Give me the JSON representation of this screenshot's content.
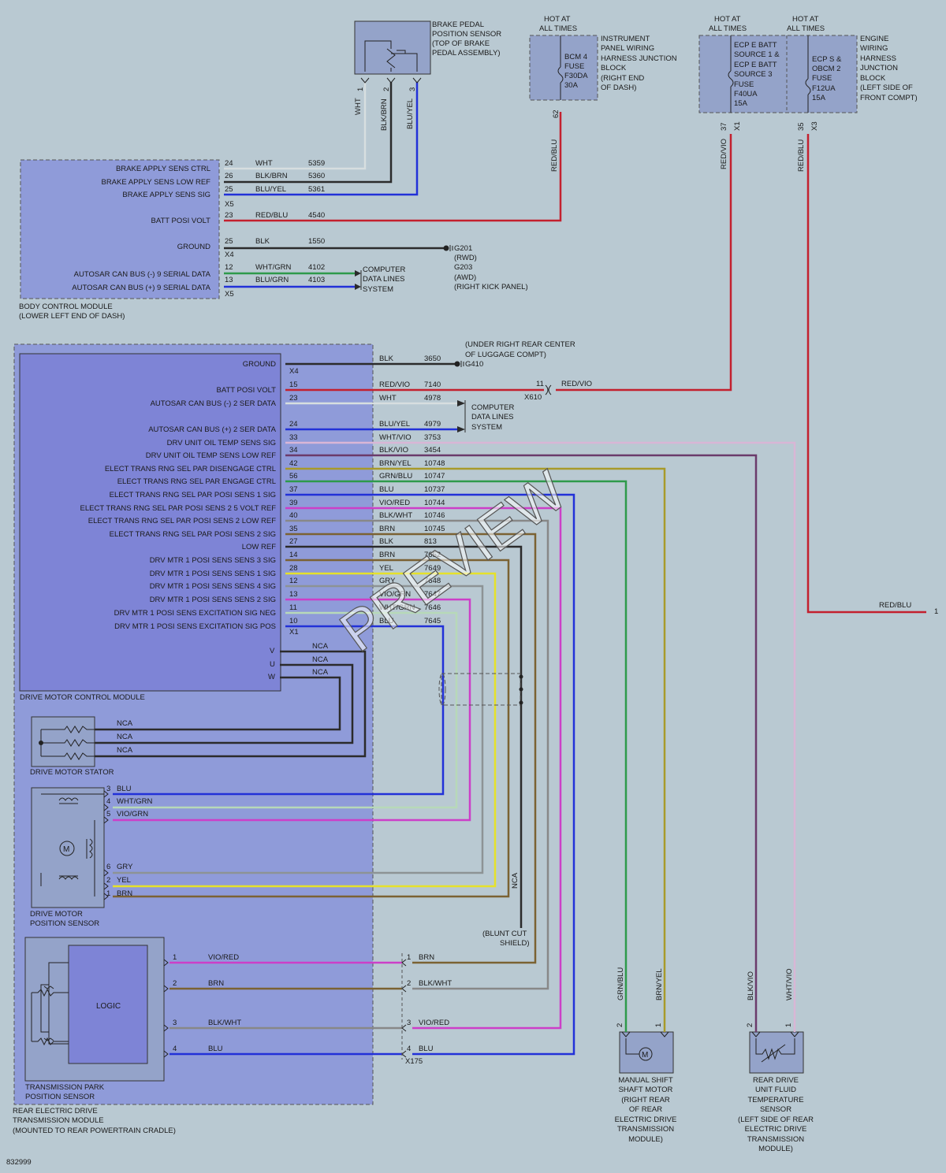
{
  "diagram_id": "832999",
  "watermark": "PREVIEW",
  "colors": {
    "page_bg": "#b9c9d2",
    "module_fill": "#8f9bd9",
    "inner_module_fill": "#7e84d6",
    "sensor_fill": "#94a3c9",
    "wire_wht": "#d7dedf",
    "wire_blk": "#2b2b2b",
    "wire_blu": "#2231d8",
    "wire_red": "#c3202e",
    "wire_yel": "#e6e12a",
    "wire_grn": "#2e9a4b",
    "wire_vio": "#cc3fc8",
    "wire_brn": "#7b6233",
    "wire_gry": "#8d9395"
  },
  "labels": {
    "brake_sensor": [
      "BRAKE PEDAL",
      "POSITION SENSOR",
      "(TOP OF BRAKE",
      "PEDAL ASSEMBLY)"
    ],
    "hot_at_all_times": [
      "HOT AT",
      "ALL TIMES"
    ],
    "ipjb": [
      "INSTRUMENT",
      "PANEL WIRING",
      "HARNESS JUNCTION",
      "BLOCK",
      "(RIGHT END",
      "OF DASH)"
    ],
    "bcm4_fuse": [
      "BCM 4",
      "FUSE",
      "F30DA",
      "30A"
    ],
    "ecp_fuse": [
      "ECP E BATT",
      "SOURCE 1 &",
      "ECP E BATT",
      "SOURCE 3",
      "FUSE",
      "F40UA",
      "15A"
    ],
    "obcm_fuse": [
      "ECP S &",
      "OBCM 2",
      "FUSE",
      "F12UA",
      "15A"
    ],
    "ewjb": [
      "ENGINE",
      "WIRING",
      "HARNESS",
      "JUNCTION",
      "BLOCK",
      "(LEFT SIDE OF",
      "FRONT COMPT)"
    ],
    "bcm_name": [
      "BODY CONTROL MODULE",
      "(LOWER LEFT END OF DASH)"
    ],
    "computer_data_lines": [
      "COMPUTER",
      "DATA LINES",
      "SYSTEM"
    ],
    "g201": [
      "G201",
      "(RWD)",
      "G203",
      "(AWD)",
      "(RIGHT KICK PANEL)"
    ],
    "g410": [
      "(UNDER RIGHT REAR CENTER",
      "OF LUGGAGE COMPT)",
      "G410"
    ],
    "dmcm_name": "DRIVE MOTOR CONTROL MODULE",
    "stator_name": "DRIVE MOTOR STATOR",
    "pos_sensor_name": [
      "DRIVE MOTOR",
      "POSITION SENSOR"
    ],
    "logic": "LOGIC",
    "tpps_name": [
      "TRANSMISSION PARK",
      "POSITION SENSOR"
    ],
    "redtm_name": [
      "REAR ELECTRIC DRIVE",
      "TRANSMISSION MODULE",
      "(MOUNTED TO REAR POWERTRAIN CRADLE)"
    ],
    "blunt_cut": [
      "(BLUNT CUT",
      "SHIELD)"
    ],
    "mssm": [
      "MANUAL SHIFT",
      "SHAFT MOTOR",
      "(RIGHT REAR",
      "OF REAR",
      "ELECTRIC DRIVE",
      "TRANSMISSION",
      "MODULE)"
    ],
    "rdu": [
      "REAR DRIVE",
      "UNIT FLUID",
      "TEMPERATURE",
      "SENSOR",
      "(LEFT SIDE OF REAR",
      "ELECTRIC DRIVE",
      "TRANSMISSION",
      "MODULE)"
    ]
  },
  "bcm_pins": [
    {
      "label": "BRAKE APPLY SENS CTRL",
      "pin": "24",
      "color": "WHT",
      "circuit": "5359"
    },
    {
      "label": "BRAKE APPLY SENS LOW REF",
      "pin": "26",
      "color": "BLK/BRN",
      "circuit": "5360"
    },
    {
      "label": "BRAKE APPLY SENS SIG",
      "pin": "25",
      "color": "BLU/YEL",
      "circuit": "5361"
    },
    {
      "label": "BATT POSI VOLT",
      "pin": "23",
      "color": "RED/BLU",
      "circuit": "4540"
    },
    {
      "label": "GROUND",
      "pin": "25",
      "color": "BLK",
      "circuit": "1550"
    },
    {
      "label": "AUTOSAR CAN BUS (-) 9 SERIAL DATA",
      "pin": "12",
      "color": "WHT/GRN",
      "circuit": "4102"
    },
    {
      "label": "AUTOSAR CAN BUS (+) 9 SERIAL DATA",
      "pin": "13",
      "color": "BLU/GRN",
      "circuit": "4103"
    }
  ],
  "bcm_connectors": [
    "X5",
    "X4",
    "X5"
  ],
  "dmcm_pins": [
    {
      "label": "GROUND",
      "pin": "",
      "color": "BLK",
      "circuit": "3650"
    },
    {
      "label": "BATT POSI VOLT",
      "pin": "15",
      "color": "RED/VIO",
      "circuit": "7140"
    },
    {
      "label": "AUTOSAR CAN BUS (-) 2 SER DATA",
      "pin": "23",
      "color": "WHT",
      "circuit": "4978"
    },
    {
      "label": "AUTOSAR CAN BUS (+) 2 SER DATA",
      "pin": "24",
      "color": "BLU/YEL",
      "circuit": "4979"
    },
    {
      "label": "DRV UNIT OIL TEMP SENS SIG",
      "pin": "33",
      "color": "WHT/VIO",
      "circuit": "3753"
    },
    {
      "label": "DRV UNIT OIL TEMP SENS LOW REF",
      "pin": "34",
      "color": "BLK/VIO",
      "circuit": "3454"
    },
    {
      "label": "ELECT TRANS RNG SEL PAR DISENGAGE CTRL",
      "pin": "42",
      "color": "BRN/YEL",
      "circuit": "10748"
    },
    {
      "label": "ELECT TRANS RNG SEL PAR ENGAGE CTRL",
      "pin": "56",
      "color": "GRN/BLU",
      "circuit": "10747"
    },
    {
      "label": "ELECT TRANS RNG SEL PAR POSI SENS 1 SIG",
      "pin": "37",
      "color": "BLU",
      "circuit": "10737"
    },
    {
      "label": "ELECT TRANS RNG SEL PAR POSI SENS 2 5 VOLT REF",
      "pin": "39",
      "color": "VIO/RED",
      "circuit": "10744"
    },
    {
      "label": "ELECT TRANS RNG SEL PAR POSI SENS 2 LOW REF",
      "pin": "40",
      "color": "BLK/WHT",
      "circuit": "10746"
    },
    {
      "label": "ELECT TRANS RNG SEL PAR POSI SENS 2 SIG",
      "pin": "35",
      "color": "BRN",
      "circuit": "10745"
    },
    {
      "label": "LOW REF",
      "pin": "27",
      "color": "BLK",
      "circuit": "813"
    },
    {
      "label": "DRV MTR 1 POSI SENS SENS 3 SIG",
      "pin": "14",
      "color": "BRN",
      "circuit": "7652"
    },
    {
      "label": "DRV MTR 1 POSI SENS SENS 1 SIG",
      "pin": "28",
      "color": "YEL",
      "circuit": "7649"
    },
    {
      "label": "DRV MTR 1 POSI SENS SENS 4 SIG",
      "pin": "12",
      "color": "GRY",
      "circuit": "7648"
    },
    {
      "label": "DRV MTR 1 POSI SENS SENS 2 SIG",
      "pin": "13",
      "color": "VIO/GRN",
      "circuit": "7647"
    },
    {
      "label": "DRV MTR 1 POSI SENS EXCITATION SIG NEG",
      "pin": "11",
      "color": "WHT/GRN",
      "circuit": "7646"
    },
    {
      "label": "DRV MTR 1 POSI SENS EXCITATION SIG POS",
      "pin": "10",
      "color": "BLU",
      "circuit": "7645"
    }
  ],
  "dmcm_connectors": {
    "x4": "X4",
    "x1": "X1",
    "x610": "X610",
    "x610_pin": "11",
    "red_vio": "RED/VIO"
  },
  "phases": [
    {
      "label": "V",
      "wire": "NCA"
    },
    {
      "label": "U",
      "wire": "NCA"
    },
    {
      "label": "W",
      "wire": "NCA"
    }
  ],
  "stator_wires": [
    "NCA",
    "NCA",
    "NCA"
  ],
  "pos_sensor_wires": [
    {
      "pin": "3",
      "color": "BLU"
    },
    {
      "pin": "4",
      "color": "WHT/GRN"
    },
    {
      "pin": "5",
      "color": "VIO/GRN"
    },
    {
      "pin": "6",
      "color": "GRY"
    },
    {
      "pin": "2",
      "color": "YEL"
    },
    {
      "pin": "1",
      "color": "BRN"
    }
  ],
  "tpps_wires": [
    {
      "pin": "1",
      "color": "VIO/RED",
      "pin2": "1",
      "color2": "BRN"
    },
    {
      "pin": "2",
      "color": "BRN",
      "pin2": "2",
      "color2": "BLK/WHT"
    },
    {
      "pin": "3",
      "color": "BLK/WHT",
      "pin2": "3",
      "color2": "VIO/RED"
    },
    {
      "pin": "4",
      "color": "BLU",
      "pin2": "4",
      "color2": "BLU"
    }
  ],
  "x175": "X175",
  "brake_sensor_wires": [
    {
      "pin": "1",
      "color": "WHT"
    },
    {
      "pin": "2",
      "color": "BLK/BRN"
    },
    {
      "pin": "3",
      "color": "BLU/YEL"
    }
  ],
  "ipjb_pin": {
    "pin": "62",
    "color": "RED/BLU"
  },
  "ewjb_pins": [
    {
      "pin": "37",
      "conn": "X1",
      "color": "RED/VIO"
    },
    {
      "pin": "35",
      "conn": "X3",
      "color": "RED/BLU"
    }
  ],
  "right_output": {
    "color": "RED/BLU",
    "pin": "1"
  },
  "shield_label": "NCA",
  "mssm_pins": [
    {
      "pin": "2",
      "color": "GRN/BLU"
    },
    {
      "pin": "1",
      "color": "BRN/YEL"
    }
  ],
  "rdu_pins": [
    {
      "pin": "2",
      "color": "BLK/VIO"
    },
    {
      "pin": "1",
      "color": "WHT/VIO"
    }
  ]
}
